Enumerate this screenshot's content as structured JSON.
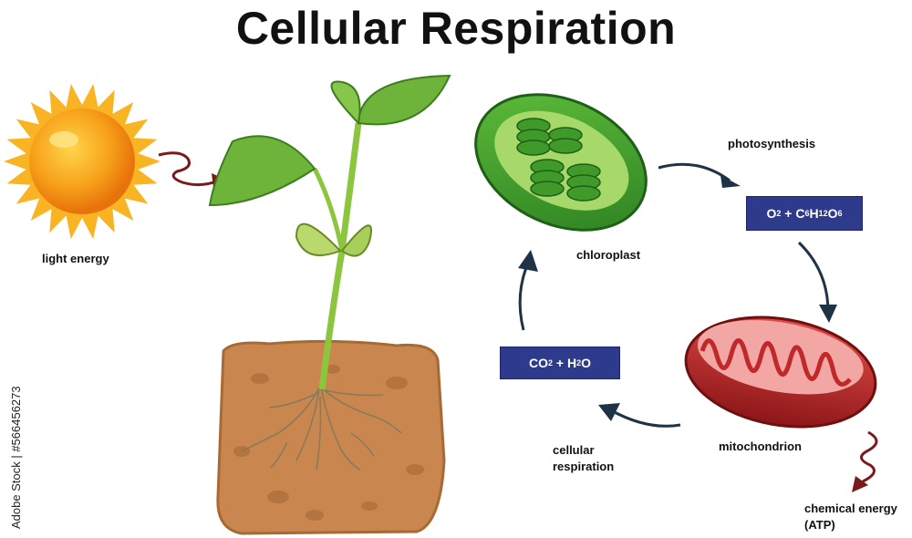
{
  "title": "Cellular Respiration",
  "labels": {
    "light_energy": "light energy",
    "chloroplast": "chloroplast",
    "photosynthesis": "photosynthesis",
    "mitochondrion": "mitochondrion",
    "cellular_respiration_1": "cellular",
    "cellular_respiration_2": "respiration",
    "chemical_energy_1": "chemical energy",
    "chemical_energy_2": "(ATP)"
  },
  "formula_boxes": {
    "products": {
      "p1": "O",
      "s1": "2",
      "p2": " + C",
      "s2": "6",
      "p3": "H",
      "s3": "12",
      "p4": "O",
      "s4": "6"
    },
    "reactants": {
      "p1": "CO",
      "s1": "2",
      "p2": " + H",
      "s2": "2",
      "p3": "O"
    }
  },
  "watermark_id": "Adobe Stock | #566456273",
  "colors": {
    "box_fill": "#2e3a8c",
    "arrow": "#1f3346",
    "squiggle": "#7a1a1a",
    "sun": "#f7a21b",
    "leaf": "#8cc63f",
    "soil": "#c9874f",
    "mitochondrion": "#c0282a",
    "chloroplast": "#3c9a2f"
  }
}
